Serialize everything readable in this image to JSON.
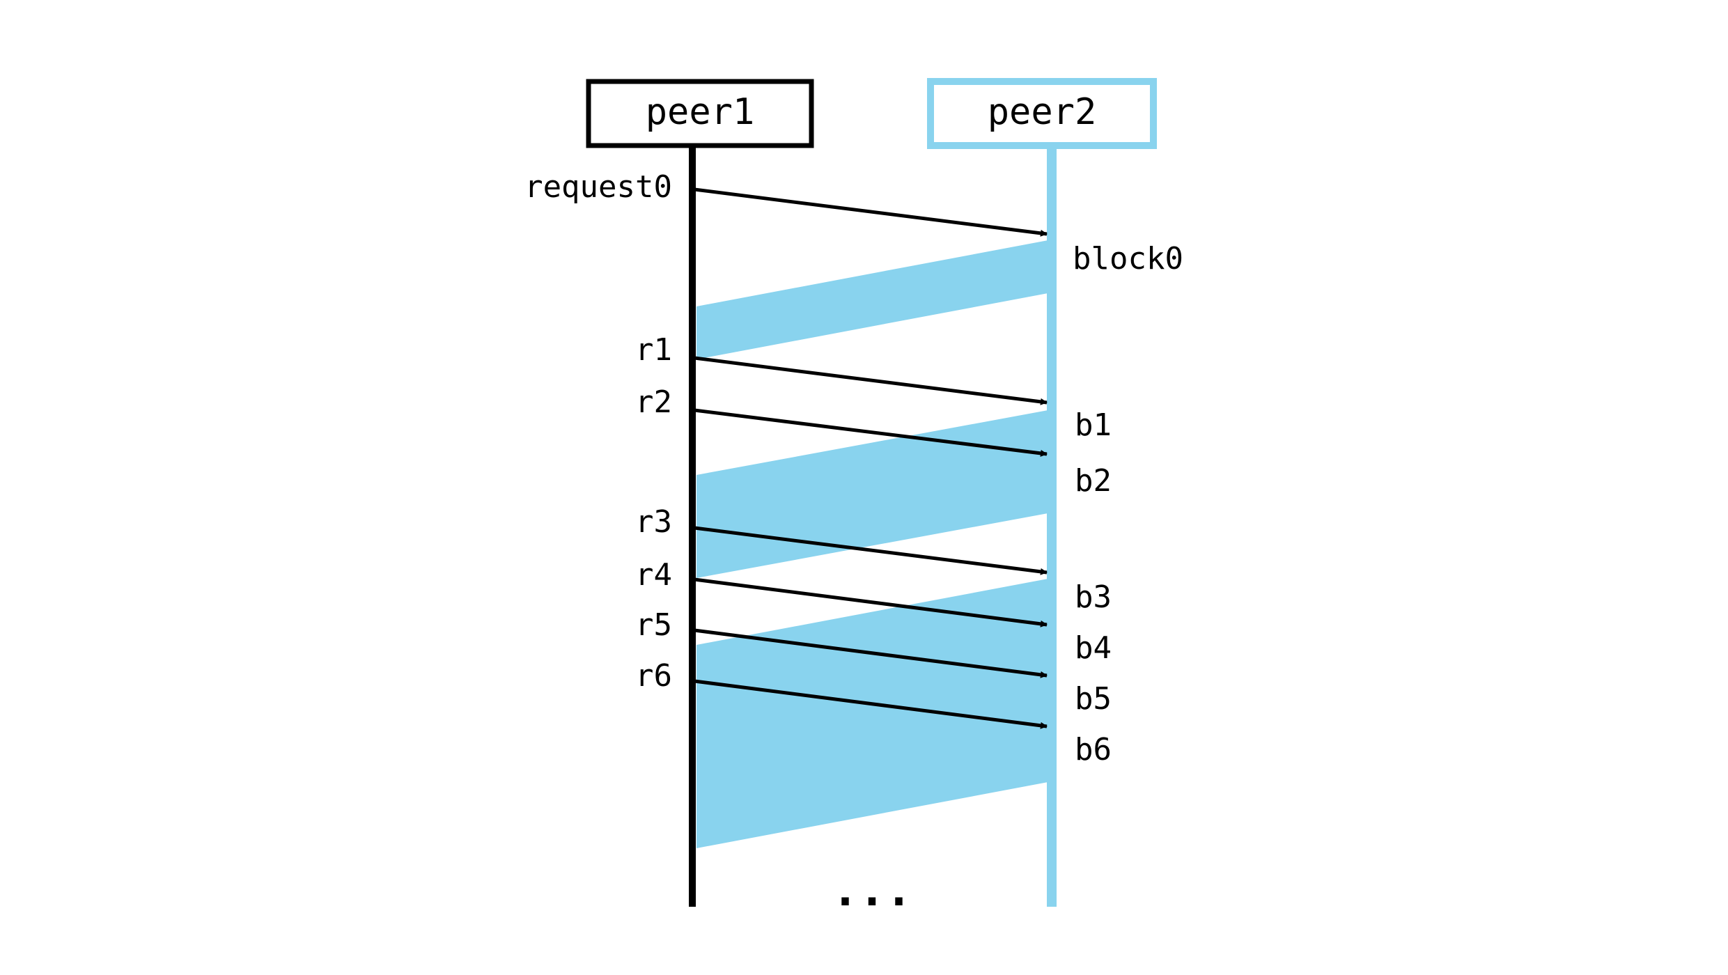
{
  "colors": {
    "peer1": "#000000",
    "peer2": "#89d3ee",
    "arrow": "#000000",
    "text": "#000000",
    "background": "#ffffff"
  },
  "peers": [
    {
      "id": "peer1",
      "label": "peer1"
    },
    {
      "id": "peer2",
      "label": "peer2"
    }
  ],
  "requests": [
    {
      "label": "request0"
    },
    {
      "label": "r1"
    },
    {
      "label": "r2"
    },
    {
      "label": "r3"
    },
    {
      "label": "r4"
    },
    {
      "label": "r5"
    },
    {
      "label": "r6"
    }
  ],
  "blocks": [
    {
      "label": "block0"
    },
    {
      "label": "b1"
    },
    {
      "label": "b2"
    },
    {
      "label": "b3"
    },
    {
      "label": "b4"
    },
    {
      "label": "b5"
    },
    {
      "label": "b6"
    }
  ],
  "continuation": "..."
}
